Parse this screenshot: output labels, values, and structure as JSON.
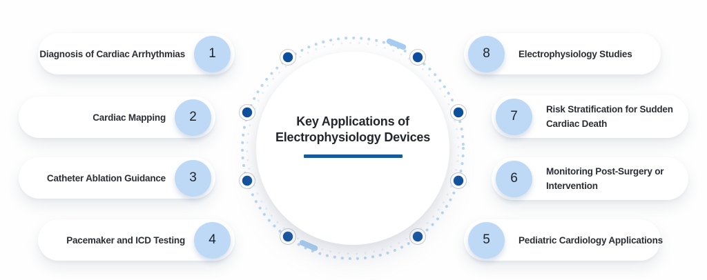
{
  "title": {
    "line1": "Key Applications of",
    "line2": "Electrophysiology Devices"
  },
  "left_items": [
    {
      "number": "1",
      "label": "Diagnosis of Cardiac Arrhythmias"
    },
    {
      "number": "2",
      "label": "Cardiac Mapping"
    },
    {
      "number": "3",
      "label": "Catheter Ablation Guidance"
    },
    {
      "number": "4",
      "label": "Pacemaker and ICD Testing"
    }
  ],
  "right_items": [
    {
      "number": "8",
      "label": "Electrophysiology Studies"
    },
    {
      "number": "7",
      "label": "Risk Stratification for Sudden\nCardiac Death"
    },
    {
      "number": "6",
      "label": "Monitoring Post-Surgery or\nIntervention"
    },
    {
      "number": "5",
      "label": "Pediatric Cardiology Applications"
    }
  ],
  "icons": {
    "connector_dot": "filled-navy-circle-with-white-ring",
    "ring": "dotted-circle-ring",
    "ring_dash": "rounded-capsule-dash"
  },
  "colors": {
    "accent_navy": "#0e4f9d",
    "badge_blue": "#bdd9f6",
    "ring_dot_blue": "#aecff0",
    "underline_blue": "#175a9d",
    "pill_bg": "#ffffff",
    "text_dark": "#2b2e34"
  }
}
